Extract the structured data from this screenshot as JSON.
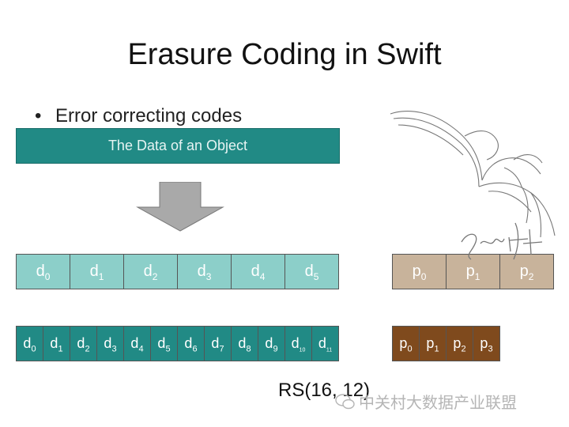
{
  "slide": {
    "title": "Erasure Coding in Swift",
    "bullet": "Error correcting codes",
    "data_bar_label": "The Data of an Object",
    "rs_label": "RS(16, 12)",
    "watermark_text": "中关村大数据产业联盟",
    "logo_word": "swift"
  },
  "diagram": {
    "row_a_prefix": "d",
    "row_a_indices": [
      "0",
      "1",
      "2",
      "3",
      "4",
      "5"
    ],
    "row_b_prefix": "p",
    "row_b_indices": [
      "0",
      "1",
      "2"
    ],
    "row_c_prefix": "d",
    "row_c_indices": [
      "0",
      "1",
      "2",
      "3",
      "4",
      "5",
      "6",
      "7",
      "8",
      "9",
      "10",
      "11"
    ],
    "row_d_prefix": "p",
    "row_d_indices": [
      "0",
      "1",
      "2",
      "3"
    ]
  },
  "colors": {
    "data_bar": "#218a85",
    "light_data": "#8ccfc9",
    "light_parity": "#c8b39b",
    "dark_data": "#218a85",
    "dark_parity": "#7f4a1d",
    "arrow": "#a9a9a9"
  }
}
